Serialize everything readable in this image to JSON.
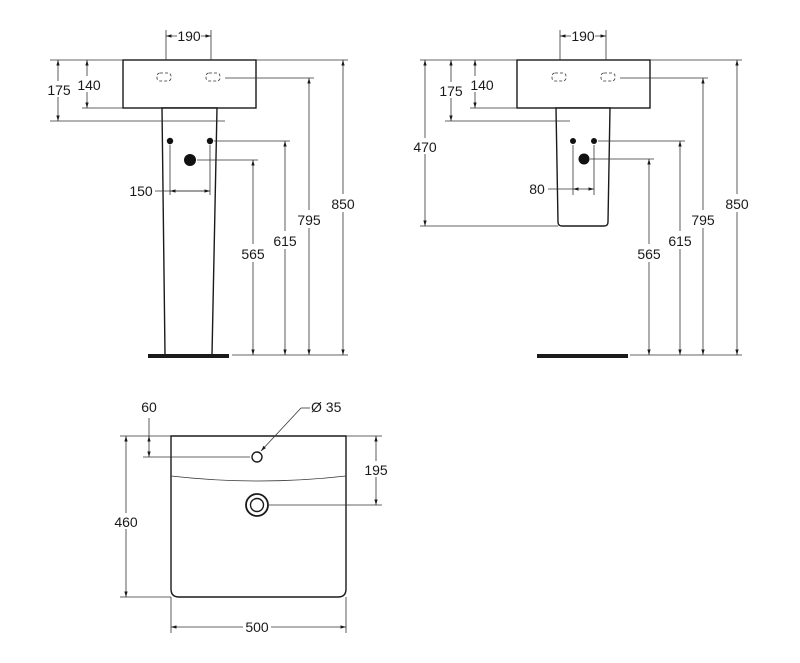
{
  "front_view_full_pedestal": {
    "width_between_holes": "190",
    "basin_top_to_hole": "175",
    "basin_top_to_hole_inner": "140",
    "pedestal_hole_spacing": "150",
    "height_waste": "565",
    "height_supply": "615",
    "height_hole": "795",
    "height_total": "850"
  },
  "front_view_semi_pedestal": {
    "width_between_holes": "190",
    "basin_top_to_hole": "175",
    "basin_top_to_hole_inner": "140",
    "semi_pedestal_height": "470",
    "pedestal_hole_spacing": "80",
    "height_waste": "565",
    "height_supply": "615",
    "height_hole": "795",
    "height_total": "850"
  },
  "top_view": {
    "hole_offset": "60",
    "hole_diameter": "Ø 35",
    "hole_to_waste": "195",
    "depth": "460",
    "width": "500"
  }
}
